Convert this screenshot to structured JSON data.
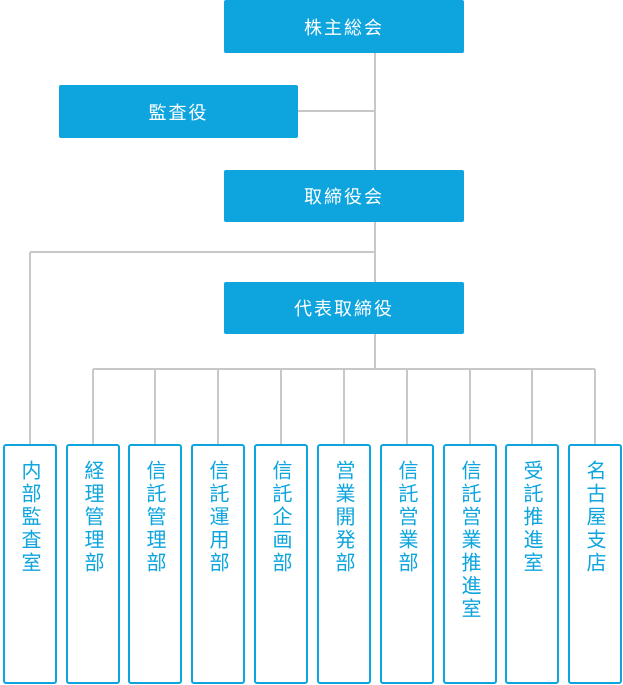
{
  "colors": {
    "accent": "#0ea5de",
    "line": "#c8c8c8"
  },
  "nodes": {
    "shareholders": "株主総会",
    "auditor": "監査役",
    "board": "取締役会",
    "ceo": "代表取締役"
  },
  "departments": [
    "内部監査室",
    "経理管理部",
    "信託管理部",
    "信託運用部",
    "信託企画部",
    "営業開発部",
    "信託営業部",
    "信託営業推進室",
    "受託推進室",
    "名古屋支店"
  ]
}
